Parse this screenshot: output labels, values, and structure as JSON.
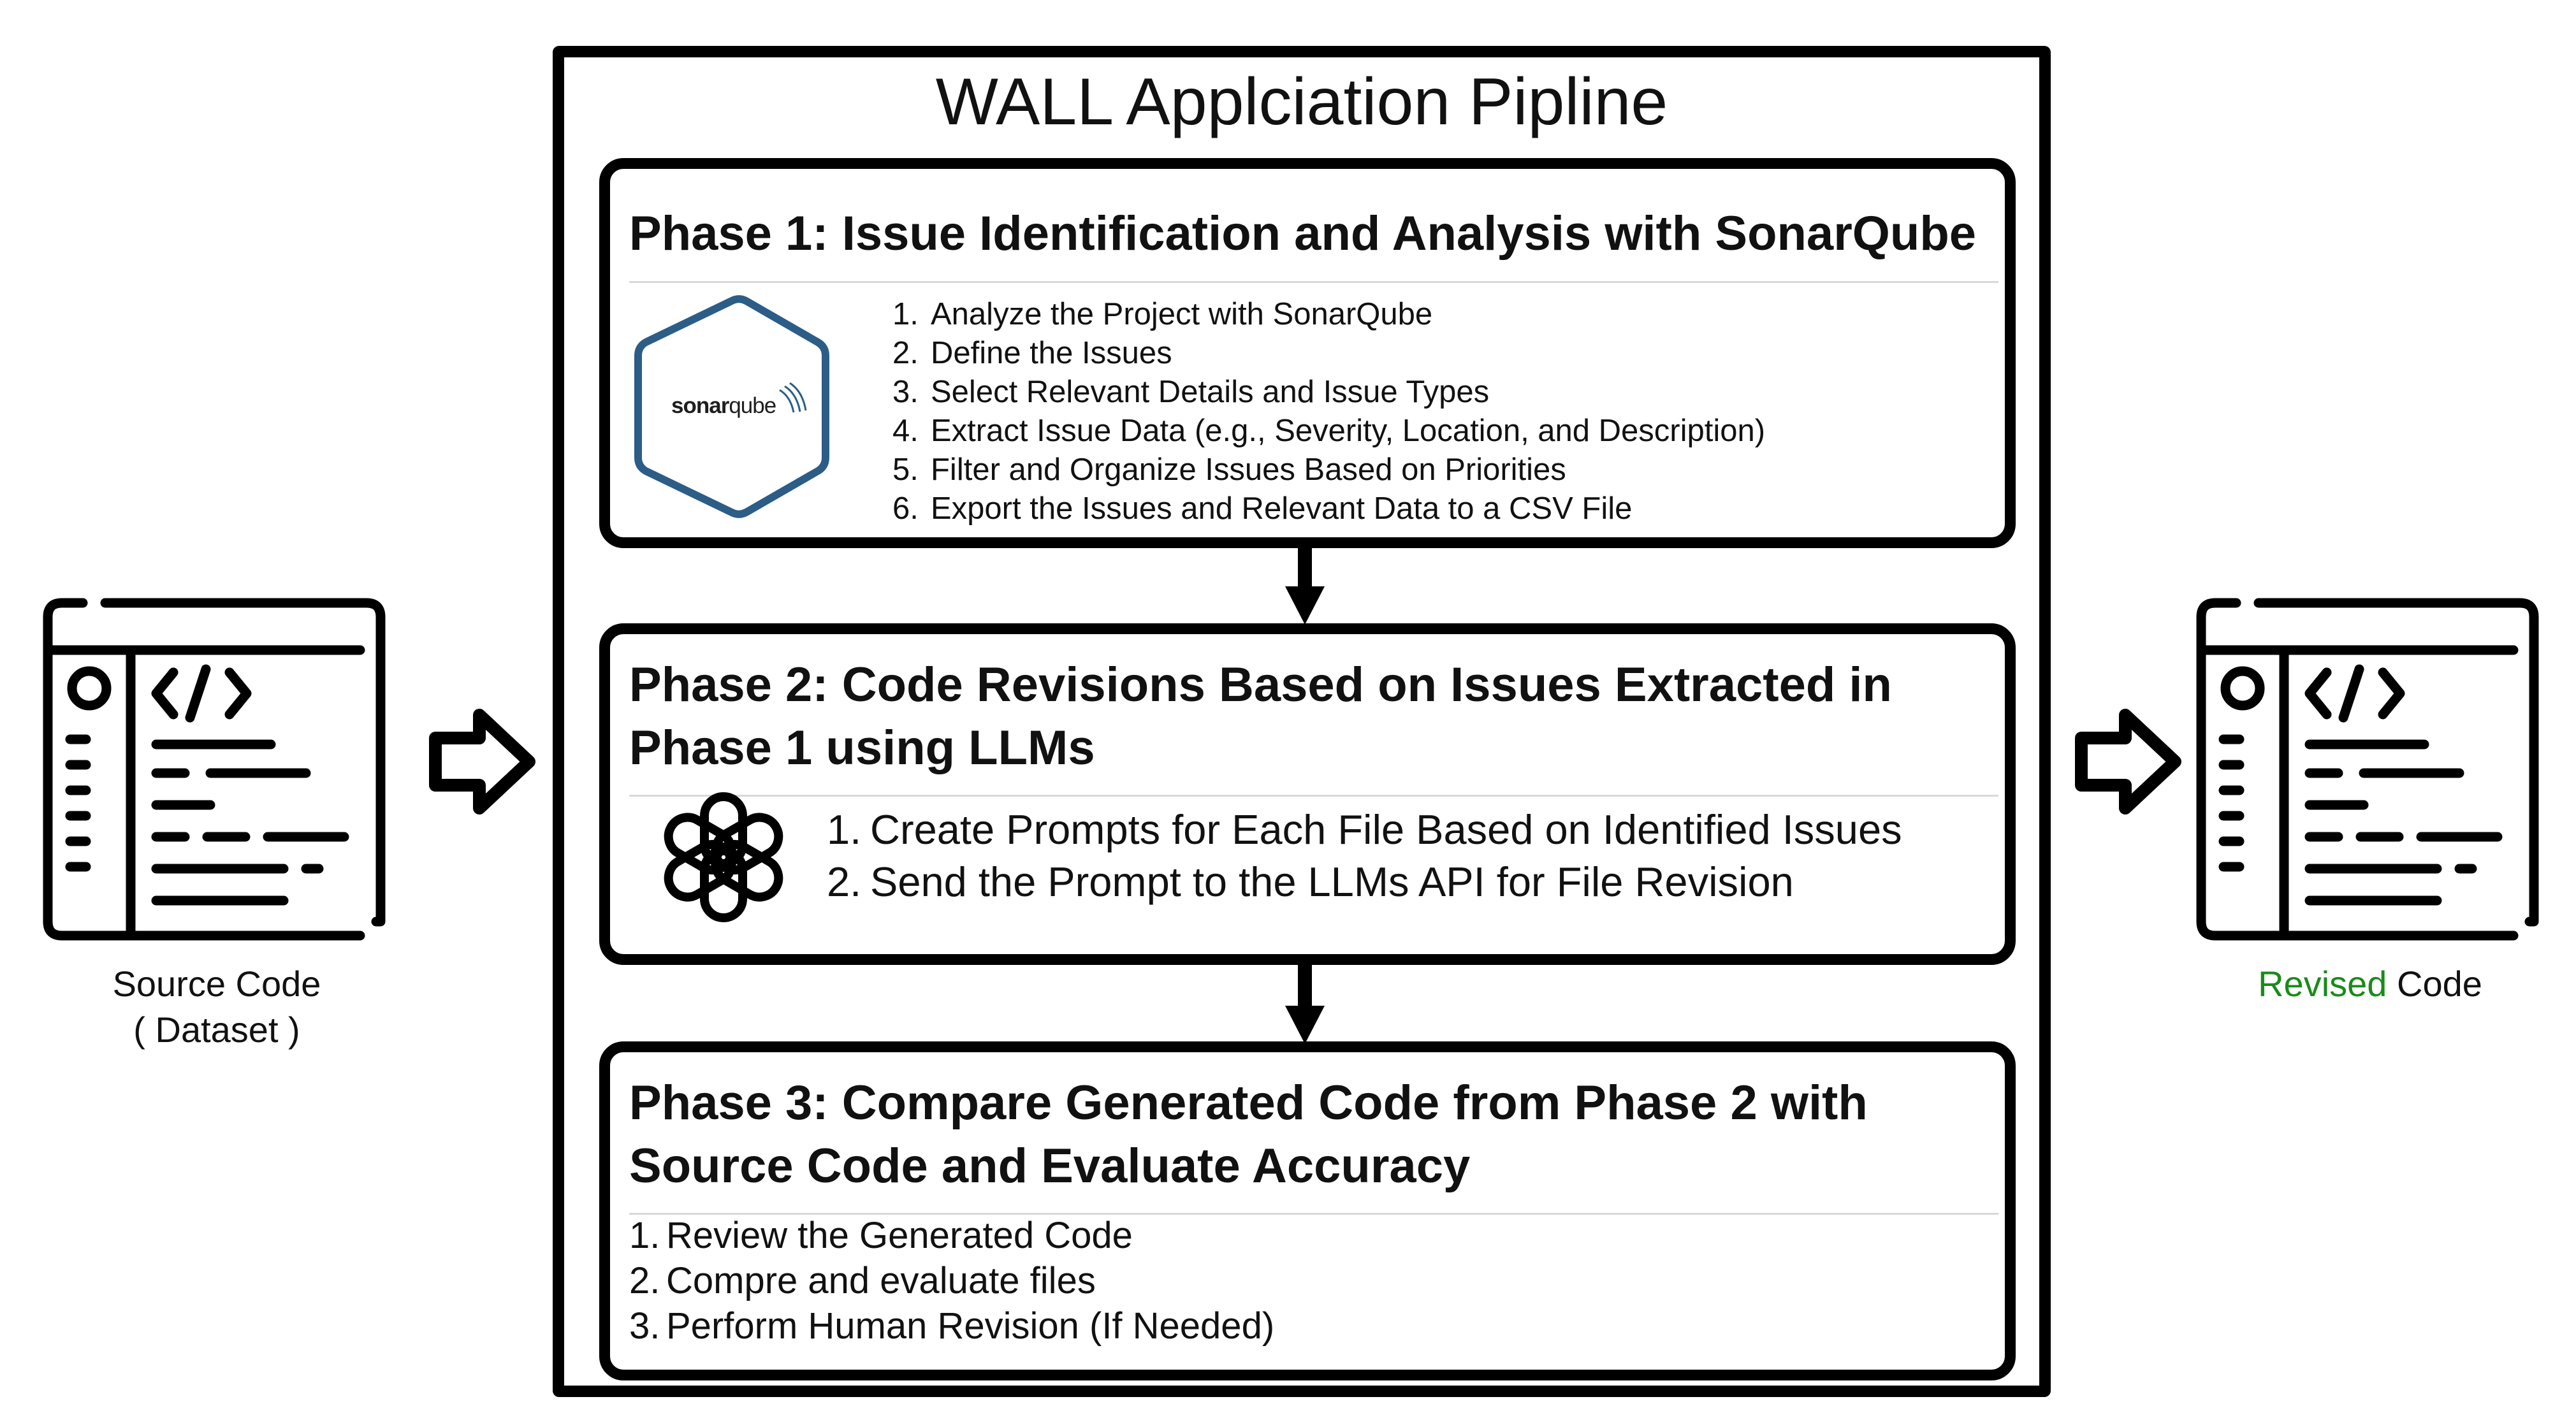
{
  "diagram": {
    "title": "WALL Applciation Pipline",
    "input": {
      "line1": "Source Code",
      "line2": "( Dataset )"
    },
    "output": {
      "highlight": "Revised",
      "rest": "Code"
    },
    "phases": [
      {
        "title": "Phase 1: Issue Identification and Analysis with SonarQube",
        "logo_text_bold": "sonar",
        "logo_text_light": "qube",
        "steps": [
          {
            "n": "1.",
            "text": "Analyze the Project with SonarQube"
          },
          {
            "n": "2.",
            "text": "Define the Issues"
          },
          {
            "n": "3.",
            "text": "Select Relevant Details and Issue Types"
          },
          {
            "n": "4.",
            "text": "Extract Issue Data (e.g., Severity, Location, and Description)"
          },
          {
            "n": "5.",
            "text": "Filter and Organize Issues Based on Priorities"
          },
          {
            "n": "6.",
            "text": "Export the Issues and Relevant Data to a CSV File"
          }
        ]
      },
      {
        "title_line1": "Phase 2: Code Revisions Based on Issues Extracted in",
        "title_line2": "Phase 1 using LLMs",
        "steps": [
          {
            "n": "1.",
            "text": "Create Prompts for Each File Based on Identified Issues"
          },
          {
            "n": "2.",
            "text": "Send the Prompt to the LLMs API for File Revision"
          }
        ]
      },
      {
        "title_line1": "Phase 3: Compare Generated Code from Phase 2 with",
        "title_line2": "Source Code and Evaluate Accuracy",
        "steps": [
          {
            "n": "1.",
            "text": "Review the Generated Code"
          },
          {
            "n": "2.",
            "text": "Compre and evaluate files"
          },
          {
            "n": "3.",
            "text": "Perform Human Revision (If Needed)"
          }
        ]
      }
    ],
    "colors": {
      "stroke": "#000000",
      "sonar_blue": "#2b5d87",
      "revised_green": "#1a8a1a"
    },
    "icons": [
      "code-window-icon",
      "hollow-right-arrow-icon",
      "sonarqube-logo-icon",
      "openai-logo-icon",
      "down-arrow-icon"
    ]
  }
}
